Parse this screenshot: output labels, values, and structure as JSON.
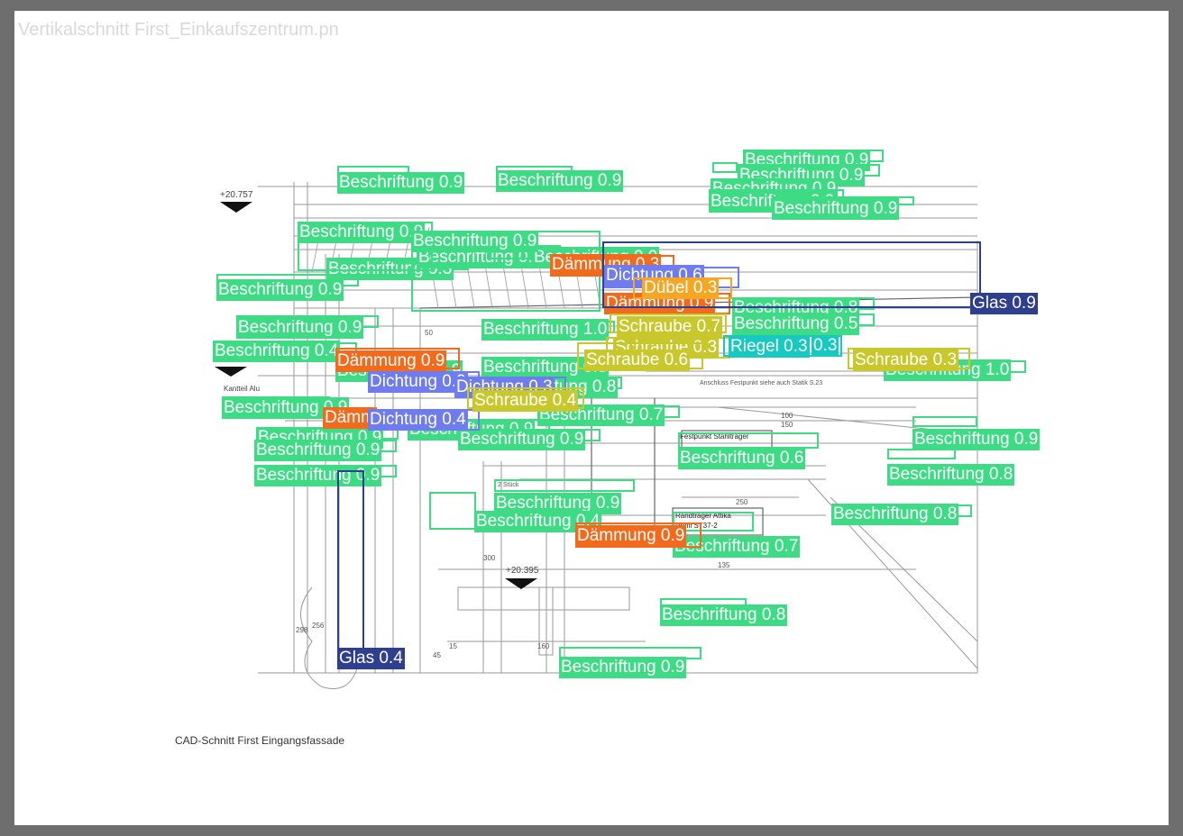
{
  "window": {
    "title": "Vertikalschnitt First_Einkaufszentrum.pn"
  },
  "figure": {
    "caption": "CAD-Schnitt First Eingangsfassade"
  },
  "class_colors": {
    "Beschriftung": "#3ddc84",
    "Dämmung": "#f26b1d",
    "Dichtung": "#6f7cf0",
    "Dübel": "#f5a623",
    "Schraube": "#c8c82c",
    "Glas": "#2f3f8f",
    "Riegel": "#17c9c0"
  },
  "drawing_text": {
    "elev_top": "+20.757",
    "elev_bottom": "+20.395",
    "kantteil": "Kantteil Alu",
    "festpunkt": "Festpunkt Stahlträger",
    "randtraeger": "Randträger Attika",
    "profil": "Profil ST37-2",
    "anschluss": "Anschluss Festpunkt siehe auch Statik S.23",
    "stueck": "2 Stück",
    "dim_135": "135",
    "dim_250": "250",
    "dim_100": "100",
    "dim_150": "150",
    "dim_45": "45",
    "dim_15": "15",
    "dim_160": "160",
    "dim_300": "300",
    "dim_256": "256",
    "dim_298": "298",
    "dim_50": "50"
  },
  "detections": [
    {
      "cls": "Beschriftung",
      "score": "0.9",
      "text": "Beschriftung 0.9"
    },
    {
      "cls": "Beschriftung",
      "score": "0.9",
      "text": "Beschriftung 0.9"
    },
    {
      "cls": "Beschriftung",
      "score": "0.9",
      "text": "Beschriftung 0.9"
    },
    {
      "cls": "Beschriftung",
      "score": "0.9",
      "text": "Beschriftung 0.9"
    },
    {
      "cls": "Beschriftung",
      "score": "0.9",
      "text": "Beschriftung 0.9"
    },
    {
      "cls": "Beschriftung",
      "score": "0.9",
      "text": "Beschriftung 0.9"
    },
    {
      "cls": "Beschriftung",
      "score": "0.9",
      "text": "Beschriftung 0.9"
    },
    {
      "cls": "Beschriftung",
      "score": "0.3",
      "text": "Beschriftung 0.3"
    },
    {
      "cls": "Beschriftung",
      "score": "0.9",
      "text": "Beschriftung 0.9"
    },
    {
      "cls": "Beschriftung",
      "score": "0.9",
      "text": "Beschriftung 0.9"
    },
    {
      "cls": "Beschriftung",
      "score": "0.4",
      "text": "Beschriftung 0.4"
    },
    {
      "cls": "Beschriftung",
      "score": "1.0",
      "text": "Beschriftung 1.0"
    },
    {
      "cls": "Beschriftung",
      "score": "0.8",
      "text": "Beschriftung 0.8"
    },
    {
      "cls": "Beschriftung",
      "score": "0.5",
      "text": "Beschriftung 0.5"
    },
    {
      "cls": "Beschriftung",
      "score": "1.0",
      "text": "Beschriftung 1.0"
    },
    {
      "cls": "Beschriftung",
      "score": "0.8",
      "text": "Beschriftung 0.8"
    },
    {
      "cls": "Beschriftung",
      "score": "0.8",
      "text": "Beschriftung 0.8"
    },
    {
      "cls": "Beschriftung",
      "score": "0.7",
      "text": "Beschriftung 0.7"
    },
    {
      "cls": "Beschriftung",
      "score": "0.9",
      "text": "Beschriftung 0.9"
    },
    {
      "cls": "Beschriftung",
      "score": "0.9",
      "text": "Beschriftung 0.9"
    },
    {
      "cls": "Beschriftung",
      "score": "0.9",
      "text": "Beschriftung 0.9"
    },
    {
      "cls": "Beschriftung",
      "score": "0.9",
      "text": "Beschriftung 0.9"
    },
    {
      "cls": "Beschriftung",
      "score": "0.9",
      "text": "Beschriftung 0.9"
    },
    {
      "cls": "Beschriftung",
      "score": "0.9",
      "text": "Beschriftung 0.9"
    },
    {
      "cls": "Beschriftung",
      "score": "0.6",
      "text": "Beschriftung 0.6"
    },
    {
      "cls": "Beschriftung",
      "score": "0.9",
      "text": "Beschriftung 0.9"
    },
    {
      "cls": "Beschriftung",
      "score": "0.8",
      "text": "Beschriftung 0.8"
    },
    {
      "cls": "Beschriftung",
      "score": "0.8",
      "text": "Beschriftung 0.8"
    },
    {
      "cls": "Beschriftung",
      "score": "0.9",
      "text": "Beschriftung 0.9"
    },
    {
      "cls": "Beschriftung",
      "score": "0.4",
      "text": "Beschriftung 0.4"
    },
    {
      "cls": "Beschriftung",
      "score": "0.7",
      "text": "Beschriftung 0.7"
    },
    {
      "cls": "Beschriftung",
      "score": "0.8",
      "text": "Beschriftung 0.8"
    },
    {
      "cls": "Beschriftung",
      "score": "0.9",
      "text": "Beschriftung 0.9"
    },
    {
      "cls": "Beschriftung",
      "score": "0.9",
      "text": "Beschriftung 0.9"
    },
    {
      "cls": "Beschriftung",
      "score": "0.9",
      "text": "Beschriftung 0.9"
    },
    {
      "cls": "Beschriftung",
      "score": "0.9",
      "text": "Beschriftung 0.9"
    },
    {
      "cls": "Beschriftung",
      "score": "0.9",
      "text": "Beschriftung 0.9"
    },
    {
      "cls": "Beschriftung",
      "score": "0.9",
      "text": "Beschriftung 0.9"
    },
    {
      "cls": "Dämmung",
      "score": "0.3",
      "text": "Dämmung 0.3"
    },
    {
      "cls": "Dämmung",
      "score": "0.9",
      "text": "Dämmung 0.9"
    },
    {
      "cls": "Dämmung",
      "score": "0.9",
      "text": "Dämmung 0.9"
    },
    {
      "cls": "Dämmung",
      "score": "0.9",
      "text": "Dämm"
    },
    {
      "cls": "Dämmung",
      "score": "0.9",
      "text": "Dämmung 0.9"
    },
    {
      "cls": "Dichtung",
      "score": "0.6",
      "text": "Dichtung 0.6"
    },
    {
      "cls": "Dichtung",
      "score": "0.9",
      "text": "Dichtung 0.9"
    },
    {
      "cls": "Dichtung",
      "score": "0.3",
      "text": "Dichtung 0.3"
    },
    {
      "cls": "Dichtung",
      "score": "0.4",
      "text": "Dichtung 0.4"
    },
    {
      "cls": "Dübel",
      "score": "0.3",
      "text": "Dübel 0.3"
    },
    {
      "cls": "Schraube",
      "score": "0.7",
      "text": "Schraube 0.7"
    },
    {
      "cls": "Schraube",
      "score": "0.3",
      "text": "Schraube 0.3"
    },
    {
      "cls": "Schraube",
      "score": "0.6",
      "text": "Schraube 0.6"
    },
    {
      "cls": "Schraube",
      "score": "0.3",
      "text": "Schraube 0.3"
    },
    {
      "cls": "Schraube",
      "score": "0.4",
      "text": "Schraube 0.4"
    },
    {
      "cls": "Riegel",
      "score": "0.3",
      "text": "Riegel 0.3"
    },
    {
      "cls": "Riegel",
      "score": "0.3",
      "text": "0.3"
    },
    {
      "cls": "Glas",
      "score": "0.9",
      "text": "Glas 0.9"
    },
    {
      "cls": "Glas",
      "score": "0.4",
      "text": "Glas 0.4"
    }
  ]
}
